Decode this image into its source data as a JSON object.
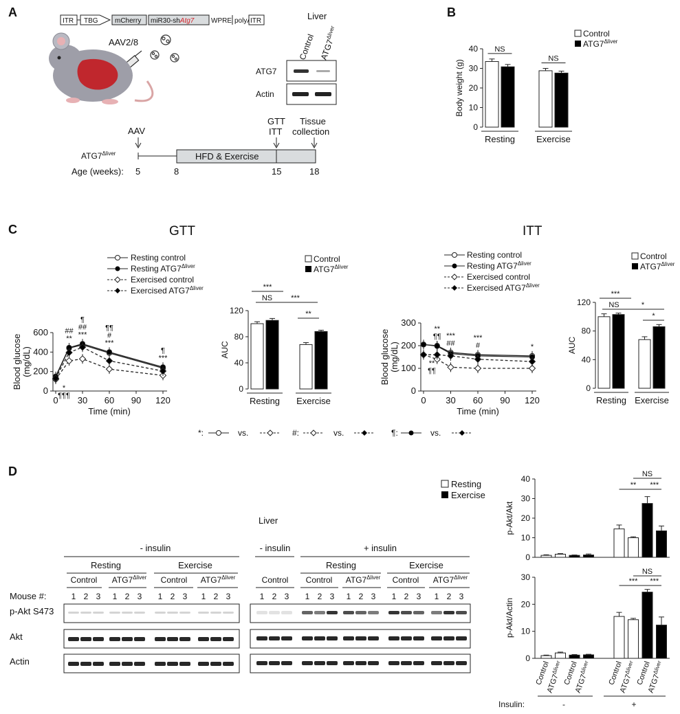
{
  "panels": {
    "a": "A",
    "b": "B",
    "c": "C",
    "d": "D"
  },
  "colors": {
    "control": "#ffffff",
    "atg7": "#000000",
    "mouse_body": "#9e9ea8",
    "liver": "#c0272d",
    "box_fill": "#d9dcde"
  },
  "panel_a": {
    "construct": [
      "ITR",
      "TBG",
      "mCherry",
      "miR30-sh",
      "Atg7",
      "WPRE",
      "polyA",
      "ITR"
    ],
    "virus": "AAV2/8",
    "mouse_icon": "mouse-illustration-icon",
    "blot": {
      "title": "Liver",
      "lanes": [
        "Control",
        "ATG7",
        "Δliver"
      ],
      "rows": [
        "ATG7",
        "Actin"
      ]
    },
    "timeline": {
      "group": "ATG7",
      "group_sup": "Δliver",
      "age_label": "Age (weeks):",
      "ages": [
        "5",
        "8",
        "15",
        "18"
      ],
      "box": "HFD & Exercise",
      "events": [
        {
          "label": "AAV"
        },
        {
          "label": "GTT",
          "label2": "ITT"
        },
        {
          "label": "Tissue",
          "label2": "collection"
        }
      ]
    }
  },
  "legend_bar": {
    "control": "Control",
    "atg7": "ATG7",
    "atg7_sup": "Δliver"
  },
  "panel_c": {
    "gtt_title": "GTT",
    "itt_title": "ITT",
    "line_legend": [
      {
        "label": "Resting control"
      },
      {
        "label": "Resting ATG7",
        "sup": "Δliver"
      },
      {
        "label": "Exercised control"
      },
      {
        "label": "Exercised ATG7",
        "sup": "Δliver"
      }
    ],
    "key": {
      "star": "*:",
      "hash": "#:",
      "para": "¶:",
      "vs": "vs."
    }
  },
  "panel_d": {
    "title": "Liver",
    "legend": {
      "resting": "Resting",
      "exercise": "Exercise"
    },
    "minus_insulin": "- insulin",
    "plus_insulin": "+ insulin",
    "resting": "Resting",
    "exercise": "Exercise",
    "control": "Control",
    "atg7": "ATG7",
    "atg7_sup": "Δliver",
    "mouse_label": "Mouse #:",
    "mouse_nums": [
      "1",
      "2",
      "3"
    ],
    "rows": [
      "p-Akt S473",
      "Akt",
      "Actin"
    ],
    "x_groups": {
      "label": "Insulin:",
      "minus": "-",
      "plus": "+"
    }
  },
  "chart_data": [
    {
      "id": "body-weight",
      "type": "bar",
      "categories": [
        "Resting",
        "Exercise"
      ],
      "series": [
        {
          "name": "Control",
          "values": [
            33.5,
            28.8
          ],
          "err": [
            1.3,
            1.2
          ]
        },
        {
          "name": "ATG7Δliver",
          "values": [
            30.8,
            27.6
          ],
          "err": [
            1.2,
            1.0
          ]
        }
      ],
      "ylabel": "Body weight (g)",
      "ylim": [
        0,
        40
      ],
      "yticks": [
        0,
        10,
        20,
        30,
        40
      ],
      "annotations": [
        "NS",
        "NS"
      ]
    },
    {
      "id": "gtt-curve",
      "type": "line",
      "x": [
        0,
        15,
        30,
        60,
        120
      ],
      "series": [
        {
          "name": "Resting control",
          "values": [
            145,
            440,
            475,
            390,
            235
          ]
        },
        {
          "name": "Resting ATG7Δliver",
          "values": [
            150,
            445,
            485,
            400,
            245
          ]
        },
        {
          "name": "Exercised control",
          "values": [
            120,
            310,
            330,
            225,
            160
          ]
        },
        {
          "name": "Exercised ATG7Δliver",
          "values": [
            130,
            395,
            450,
            310,
            205
          ]
        }
      ],
      "xlabel": "Time (min)",
      "ylabel": "Blood glucose",
      "ylabel2": "(mg/dL)",
      "xticks": [
        0,
        30,
        60,
        90,
        120
      ],
      "yticks": [
        0,
        200,
        400,
        600
      ],
      "ylim": [
        0,
        600
      ],
      "annotations": [
        {
          "x": 0,
          "lines": [
            "*",
            "¶¶¶"
          ],
          "below": true
        },
        {
          "x": 15,
          "lines": [
            "##",
            "**"
          ]
        },
        {
          "x": 30,
          "lines": [
            "¶",
            "##",
            "***"
          ]
        },
        {
          "x": 60,
          "lines": [
            "¶¶",
            "#",
            "***"
          ]
        },
        {
          "x": 120,
          "lines": [
            "¶",
            "***"
          ]
        }
      ]
    },
    {
      "id": "gtt-auc",
      "type": "bar",
      "categories": [
        "Resting",
        "Exercise"
      ],
      "series": [
        {
          "name": "Control",
          "values": [
            100,
            68
          ],
          "err": [
            3,
            3
          ]
        },
        {
          "name": "ATG7Δliver",
          "values": [
            105,
            88
          ],
          "err": [
            3,
            2
          ]
        }
      ],
      "ylabel": "AUC",
      "ylim": [
        0,
        120
      ],
      "yticks": [
        0,
        40,
        80,
        120
      ],
      "annotations": [
        "***",
        "NS",
        "***",
        "**"
      ]
    },
    {
      "id": "itt-curve",
      "type": "line",
      "x": [
        0,
        15,
        30,
        60,
        120
      ],
      "series": [
        {
          "name": "Resting control",
          "values": [
            205,
            200,
            170,
            160,
            155
          ]
        },
        {
          "name": "Resting ATG7Δliver",
          "values": [
            205,
            198,
            165,
            155,
            150
          ]
        },
        {
          "name": "Exercised control",
          "values": [
            160,
            140,
            105,
            100,
            100
          ]
        },
        {
          "name": "Exercised ATG7Δliver",
          "values": [
            160,
            160,
            155,
            140,
            130
          ]
        }
      ],
      "xlabel": "Time (min)",
      "ylabel": "Blood glucose",
      "ylabel2": "(mg/dL)",
      "xticks": [
        0,
        30,
        60,
        90,
        120
      ],
      "yticks": [
        0,
        100,
        200,
        300
      ],
      "ylim": [
        0,
        300
      ],
      "annotations": [
        {
          "x": 0,
          "lines": [
            "**",
            "¶¶"
          ],
          "below": true
        },
        {
          "x": 15,
          "lines": [
            "**",
            "¶¶"
          ]
        },
        {
          "x": 30,
          "lines": [
            "***",
            "##"
          ]
        },
        {
          "x": 60,
          "lines": [
            "***",
            "#"
          ]
        },
        {
          "x": 120,
          "lines": [
            "*"
          ]
        }
      ]
    },
    {
      "id": "itt-auc",
      "type": "bar",
      "categories": [
        "Resting",
        "Exercise"
      ],
      "series": [
        {
          "name": "Control",
          "values": [
            100,
            68
          ],
          "err": [
            4,
            4
          ]
        },
        {
          "name": "ATG7Δliver",
          "values": [
            103,
            86
          ],
          "err": [
            2,
            3
          ]
        }
      ],
      "ylabel": "AUC",
      "ylim": [
        0,
        120
      ],
      "yticks": [
        0,
        40,
        80,
        120
      ],
      "annotations": [
        "***",
        "NS",
        "*",
        "*"
      ]
    },
    {
      "id": "pakt-akt",
      "type": "bar",
      "categories": [
        "Control",
        "ATG7Δliver",
        "Control",
        "ATG7Δliver",
        "Control",
        "ATG7Δliver",
        "Control",
        "ATG7Δliver"
      ],
      "values": [
        1.0,
        1.6,
        1.0,
        1.2,
        14.5,
        10.0,
        27.5,
        13.5
      ],
      "err": [
        0.3,
        0.3,
        0.2,
        0.5,
        2.0,
        0.5,
        3.5,
        2.5
      ],
      "ylabel": "p-Akt/Akt",
      "ylim": [
        0,
        40
      ],
      "yticks": [
        0,
        10,
        20,
        30,
        40
      ],
      "annotations": [
        "NS",
        "**",
        "***"
      ]
    },
    {
      "id": "pakt-actin",
      "type": "bar",
      "categories": [
        "Control",
        "ATG7Δliver",
        "Control",
        "ATG7Δliver",
        "Control",
        "ATG7Δliver",
        "Control",
        "ATG7Δliver"
      ],
      "values": [
        1.0,
        2.0,
        1.2,
        1.3,
        15.5,
        14.3,
        24.5,
        12.3
      ],
      "err": [
        0.2,
        0.3,
        0.2,
        0.2,
        1.5,
        0.5,
        1.0,
        3.0
      ],
      "ylabel": "p-Akt/Actin",
      "ylim": [
        0,
        30
      ],
      "yticks": [
        0,
        10,
        20,
        30
      ],
      "annotations": [
        "NS",
        "***",
        "***"
      ]
    }
  ]
}
